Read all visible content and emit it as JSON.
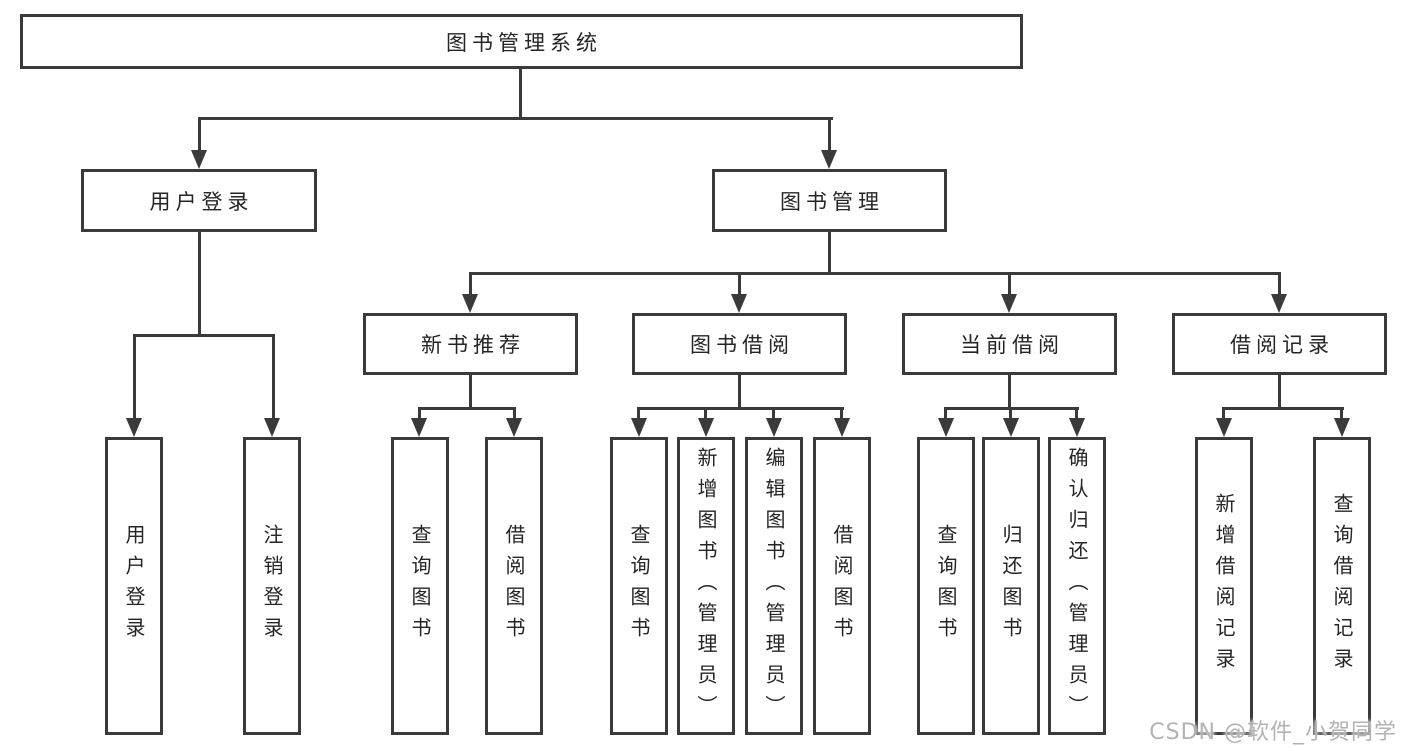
{
  "root": {
    "label": "图书管理系统"
  },
  "branches": {
    "user_login": {
      "label": "用户登录",
      "children": [
        {
          "label": "用户登录"
        },
        {
          "label": "注销登录"
        }
      ]
    },
    "book_management": {
      "label": "图书管理",
      "groups": [
        {
          "label": "新书推荐",
          "children": [
            {
              "label": "查询图书"
            },
            {
              "label": "借阅图书"
            }
          ]
        },
        {
          "label": "图书借阅",
          "children": [
            {
              "label": "查询图书"
            },
            {
              "label": "新增图书（管理员）"
            },
            {
              "label": "编辑图书（管理员）"
            },
            {
              "label": "借阅图书"
            }
          ]
        },
        {
          "label": "当前借阅",
          "children": [
            {
              "label": "查询图书"
            },
            {
              "label": "归还图书"
            },
            {
              "label": "确认归还（管理员）"
            }
          ]
        },
        {
          "label": "借阅记录",
          "children": [
            {
              "label": "新增借阅记录"
            },
            {
              "label": "查询借阅记录"
            }
          ]
        }
      ]
    }
  },
  "watermark": {
    "text": "CSDN @软件_小贺同学"
  },
  "colors": {
    "line": "#3a3a3a",
    "text": "#252525",
    "watermark": "#b3b3b3",
    "background": "#ffffff"
  }
}
